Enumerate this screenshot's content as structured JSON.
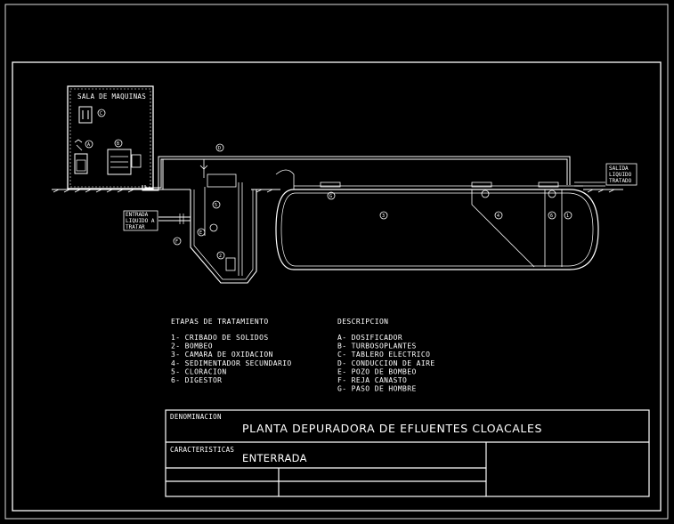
{
  "drawing": {
    "machine_room_label": "SALA DE MAQUINAS",
    "inlet_label": [
      "ENTRADA",
      "LIQUIDO A",
      "TRATAR"
    ],
    "outlet_label": [
      "SALIDA",
      "LIQUIDO",
      "TRATADO"
    ],
    "markers": [
      "A",
      "B",
      "C",
      "D",
      "E",
      "F",
      "G",
      "1",
      "2",
      "3",
      "4",
      "5",
      "6"
    ]
  },
  "legend": {
    "stages_title": "ETAPAS DE TRATAMIENTO",
    "stages": [
      "1- CRIBADO DE SOLIDOS",
      "2- BOMBEO",
      "3- CAMARA DE OXIDACION",
      "4- SEDIMENTADOR SECUNDARIO",
      "5- CLORACION",
      "6- DIGESTOR"
    ],
    "description_title": "DESCRIPCION",
    "descriptions": [
      "A- DOSIFICADOR",
      "B- TURBOSOPLANTES",
      "C- TABLERO ELECTRICO",
      "D- CONDUCCION DE AIRE",
      "E- POZO DE BOMBEO",
      "F- REJA CANASTO",
      "G- PASO DE HOMBRE"
    ]
  },
  "title_block": {
    "denominacion_label": "DENOMINACION",
    "denominacion_value": "PLANTA DEPURADORA DE EFLUENTES CLOACALES",
    "caracteristicas_label": "CARACTERISTICAS",
    "caracteristicas_value": "ENTERRADA"
  }
}
